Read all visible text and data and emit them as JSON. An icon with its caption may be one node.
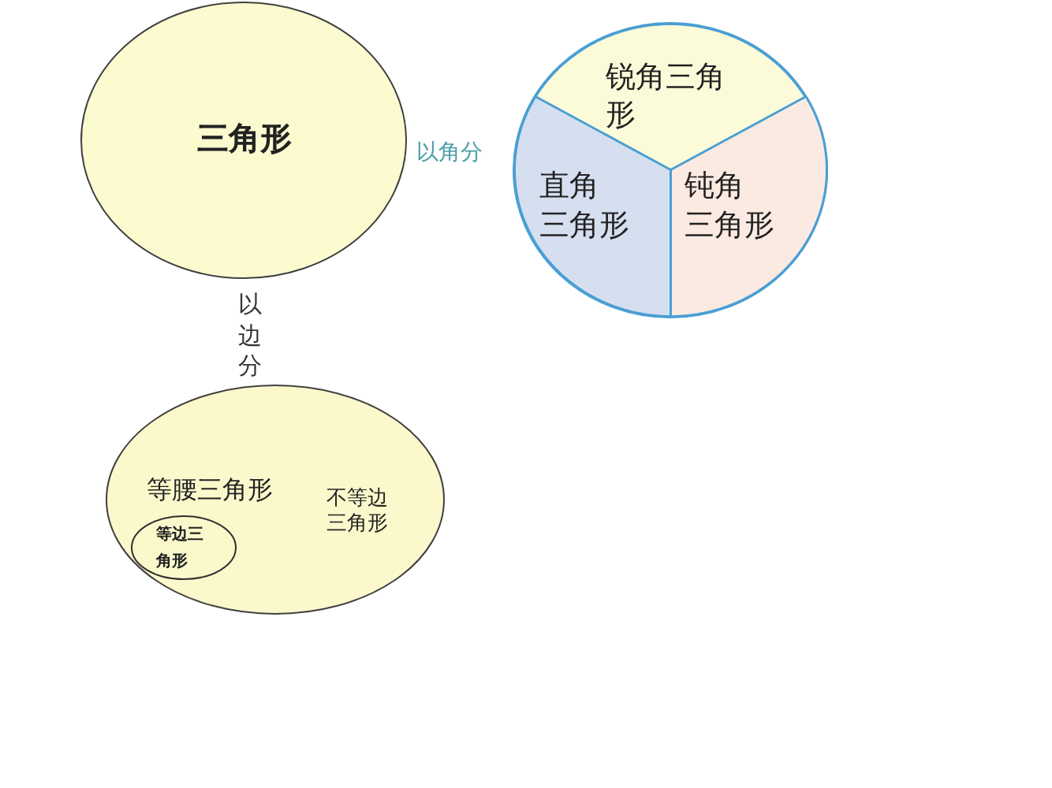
{
  "diagram": {
    "nodes": [
      {
        "text": [
          "三角形"
        ]
      },
      {
        "text": [],
        "shape": "circle"
      },
      {
        "text": [
          "锐角三角形"
        ],
        "in": 1
      },
      {
        "text": [
          "直角三角形"
        ],
        "in": 1
      },
      {
        "text": [
          "钝角三角形"
        ],
        "in": 1
      },
      {
        "text": [
          "等腰三角形",
          "不等边三角形"
        ]
      },
      {
        "text": [
          "等边三角形"
        ],
        "in": 5
      }
    ],
    "labels": [
      "以角分",
      "以边分"
    ]
  }
}
